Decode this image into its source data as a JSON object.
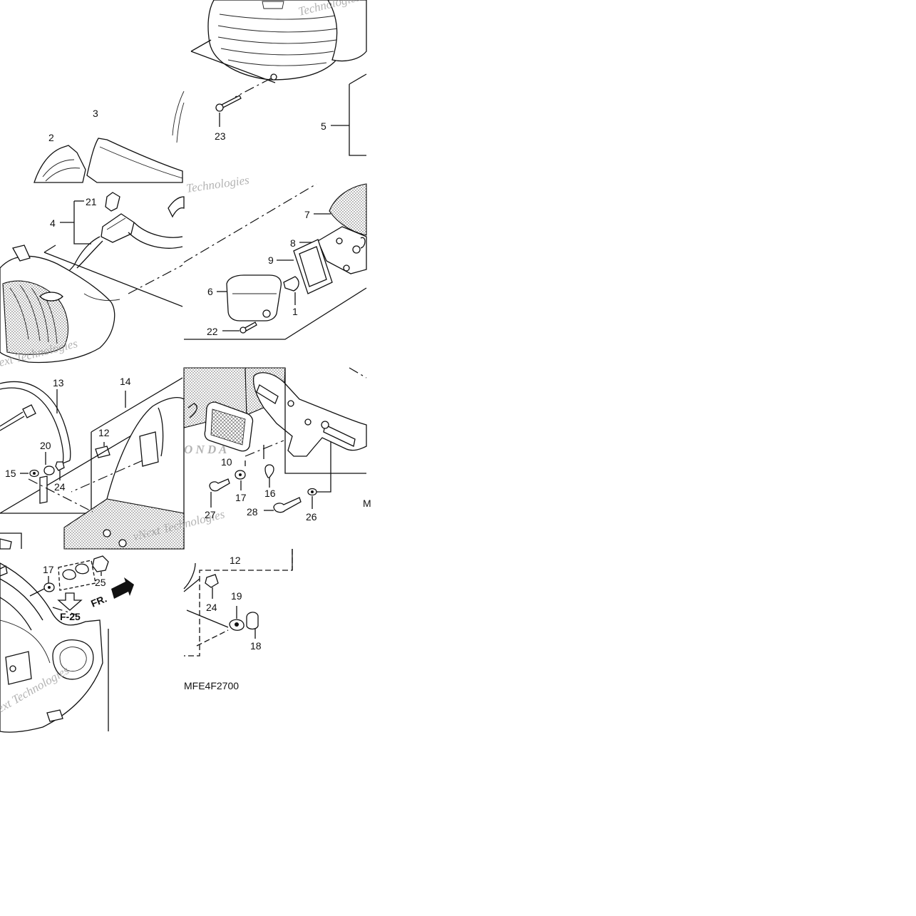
{
  "diagram": {
    "code": "MFE4F2700",
    "front_label": "FR.",
    "ref_label": "F-25",
    "watermark": [
      "vNext Technologies",
      "Technologies",
      "ext Technologies"
    ],
    "callouts": {
      "c1": "1",
      "c2": "2",
      "c3": "3",
      "c4": "4",
      "c5": "5",
      "c6": "6",
      "c7": "7",
      "c8": "8",
      "c9": "9",
      "c10": "10",
      "c12a": "12",
      "c12b": "12",
      "c13": "13",
      "c14": "14",
      "c15": "15",
      "c16": "16",
      "c17a": "17",
      "c17b": "17",
      "c18": "18",
      "c19": "19",
      "c20": "20",
      "c21": "21",
      "c22": "22",
      "c23": "23",
      "c24a": "24",
      "c24b": "24",
      "c25": "25",
      "c26": "26",
      "c27": "27",
      "c28": "28"
    },
    "edge_letter": "M"
  }
}
